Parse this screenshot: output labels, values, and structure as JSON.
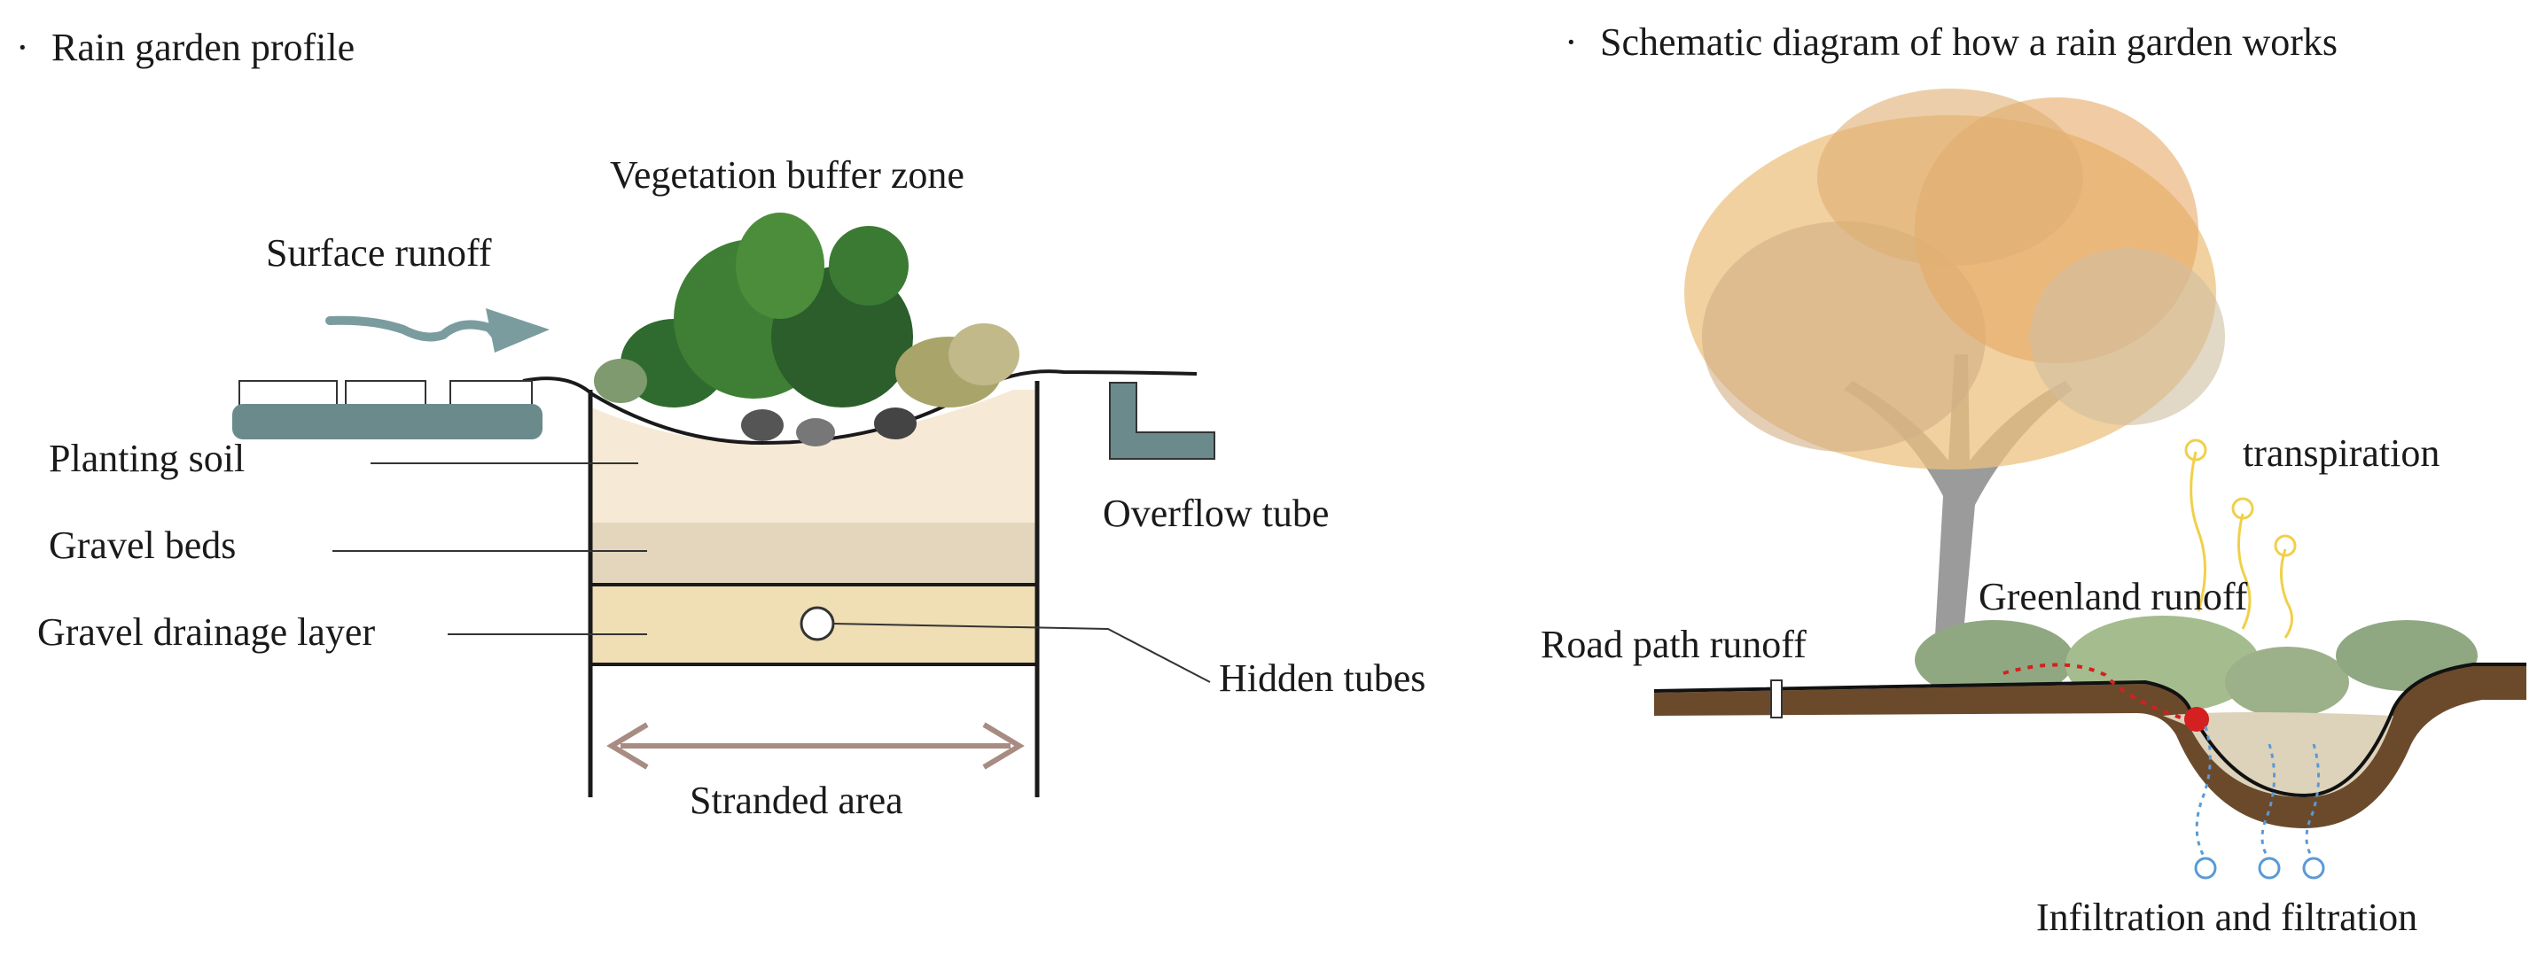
{
  "left_panel": {
    "title_bullet": "·",
    "title": "Rain garden profile",
    "labels": {
      "vegetation": "Vegetation buffer zone",
      "surface_runoff": "Surface runoff",
      "planting_soil": "Planting soil",
      "gravel_beds": "Gravel beds",
      "drainage_layer": "Gravel drainage layer",
      "overflow": "Overflow tube",
      "hidden_tubes": "Hidden tubes",
      "stranded": "Stranded area"
    }
  },
  "right_panel": {
    "title_bullet": "·",
    "title": "Schematic diagram of how a rain garden works",
    "labels": {
      "transpiration": "transpiration",
      "greenland": "Greenland runoff",
      "road": "Road path runoff",
      "infiltration": "Infiltration and filtration"
    }
  },
  "colors": {
    "pavement": "#6b8a8c",
    "arrow": "#7a9c9e",
    "planting_soil": "#f6ead6",
    "gravel_beds": "#e3d6bc",
    "drainage_layer": "#f0deb4",
    "stranded_arrow": "#a88c82",
    "ground": "#6b4a2c",
    "basin": "#ddd2ba",
    "tree_foliage": "#e3a55a",
    "tree_trunk": "#8a8a8a",
    "grass": "#8fa882",
    "transpiration": "#f0d04a",
    "infiltration": "#5a9ad6",
    "runoff_dot": "#d42020"
  }
}
